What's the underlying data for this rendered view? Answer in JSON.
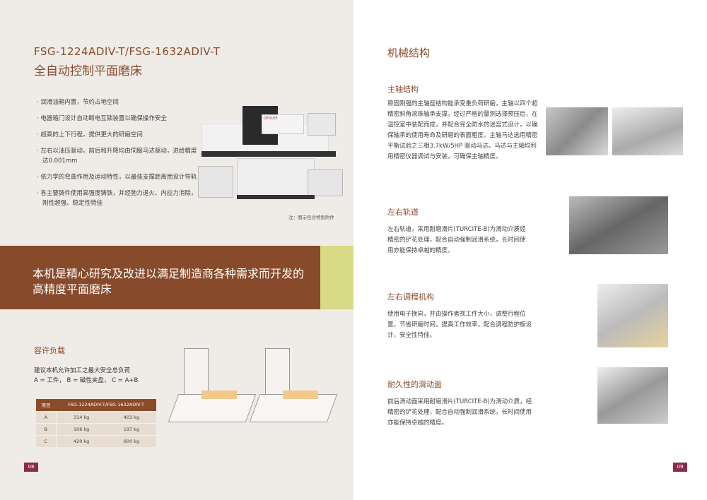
{
  "left_page": {
    "model": "FSG-1224ADIV-T/FSG-1632ADIV-T",
    "subtitle": "全自动控制平面磨床",
    "features": [
      "润滑油箱内置，节约占地空间",
      "电器箱门设计自动断电互锁装置以确保操作安全",
      "超高的上下行程，提供更大的研磨空间",
      "左右以油压驱动，前后和升降均由伺服马达驱动，进给精度达0.001mm",
      "依力学的弯曲作用及运动特性，以最佳支撑距离而设计导轨",
      "各主要铸件使用高强度铸铁，并经弛力退火、内应力消除，刚性超强、稳定性特佳"
    ],
    "machine_brand": "DEVLEE",
    "image_note": "注：图示包含特别附件",
    "banner": "本机是精心研究及改进以满足制造商各种需求而开发的高精度平面磨床",
    "load_title": "容许负载",
    "load_desc": "建议本机允许加工之最大安全总负荷",
    "load_legend": "A = 工件， B = 磁性夹盘， C = A+B",
    "table": {
      "headers": [
        "项目",
        "FSG-1224ADIV-T/FSG-1632ADIV-T"
      ],
      "rows": [
        [
          "A",
          "314 kg",
          "403 kg"
        ],
        [
          "B",
          "106 kg",
          "197 kg"
        ],
        [
          "C",
          "420 kg",
          "600 kg"
        ]
      ]
    },
    "page_number": "08"
  },
  "right_page": {
    "title": "机械结构",
    "sections": [
      {
        "title": "主轴结构",
        "text": "稳固刚强的主轴座结构能承受重负荷研磨，主轴以四个超精密斜角滚珠轴承支撑，经过严格的量测选择预压后，在温控室中装配而成，并配合完全防水的迷宫式设计，以确保轴承的使用寿命及研磨的表面粗度。主轴马达选用精密平衡试验之三相3.7kW/5HP 驱动马达。马达与主轴均利用精密仪器调试与安装，可确保主轴精度。"
      },
      {
        "title": "左右轨道",
        "text": "左右轨道，采用耐磨滑片(TURCITE-B)为滑动介质经精密的铲花处理，配合自动强制润滑系统，长时间使用亦能保持卓越的精度。"
      },
      {
        "title": "左右调程机构",
        "text": "使用电子换向，并由操作者视工件大小，调整行程位置，节省研磨时间，提高工作效率，配合调程防护板设计，安全性特佳。"
      },
      {
        "title": "耐久性的滑动面",
        "text": "前后滑动面采用耐磨滑片(TURCITE-B)为滑动介质，经精密的铲花处理，配合自动强制润滑系统，长时间使用亦能保持卓越的精度。"
      }
    ],
    "page_number": "09"
  },
  "colors": {
    "brown": "#874a2b",
    "green": "#d8da85",
    "page_badge": "#8b2b4a",
    "left_bg": "#efebe7"
  }
}
